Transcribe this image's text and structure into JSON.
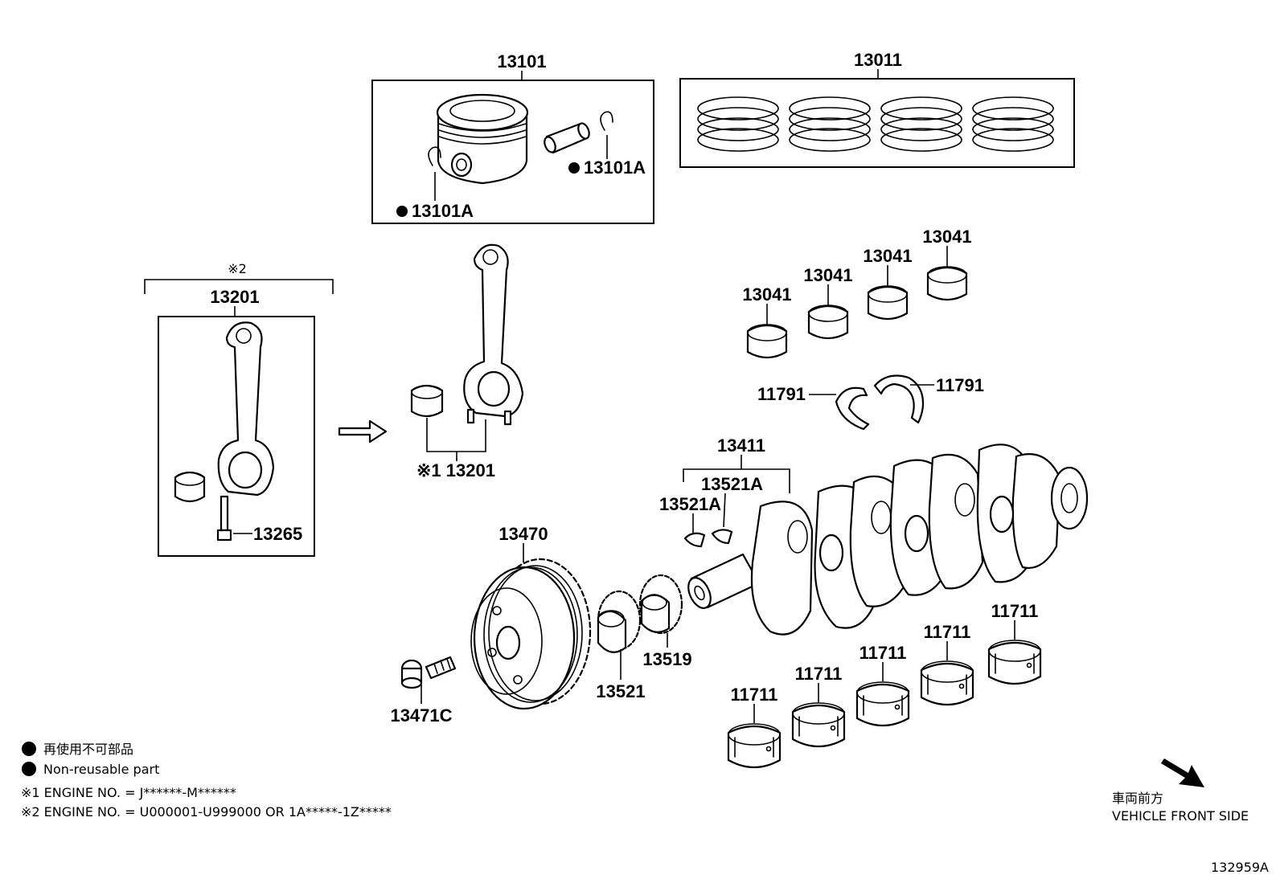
{
  "diagram": {
    "callouts": {
      "piston": "13101",
      "piston_ring_set": "13011",
      "snap_ring_right": "13101A",
      "snap_ring_left": "13101A",
      "rod_set_note": "※2",
      "rod_set": "13201",
      "rod_bolt": "13265",
      "rod_installed": "※1 13201",
      "rod_bearing_1": "13041",
      "rod_bearing_2": "13041",
      "rod_bearing_3": "13041",
      "rod_bearing_4": "13041",
      "thrust_washer_left": "11791",
      "thrust_washer_right": "11791",
      "crankshaft": "13411",
      "key_upper": "13521A",
      "key_lower": "13521A",
      "crank_pulley": "13470",
      "pulley_bolt": "13471C",
      "crank_gear": "13521",
      "signal_rotor": "13519",
      "main_bearing_1": "11711",
      "main_bearing_2": "11711",
      "main_bearing_3": "11711",
      "main_bearing_4": "11711",
      "main_bearing_5": "11711"
    },
    "legend": {
      "line_jp": "再使用不可部品",
      "line_en": "Non-reusable part",
      "note1": "※1 ENGINE NO. = J******-M******",
      "note2": "※2 ENGINE NO. = U000001-U999000 OR 1A*****-1Z*****"
    },
    "direction": {
      "label_jp": "車両前方",
      "label_en": "VEHICLE FRONT SIDE"
    },
    "figure_id": "132959A"
  }
}
